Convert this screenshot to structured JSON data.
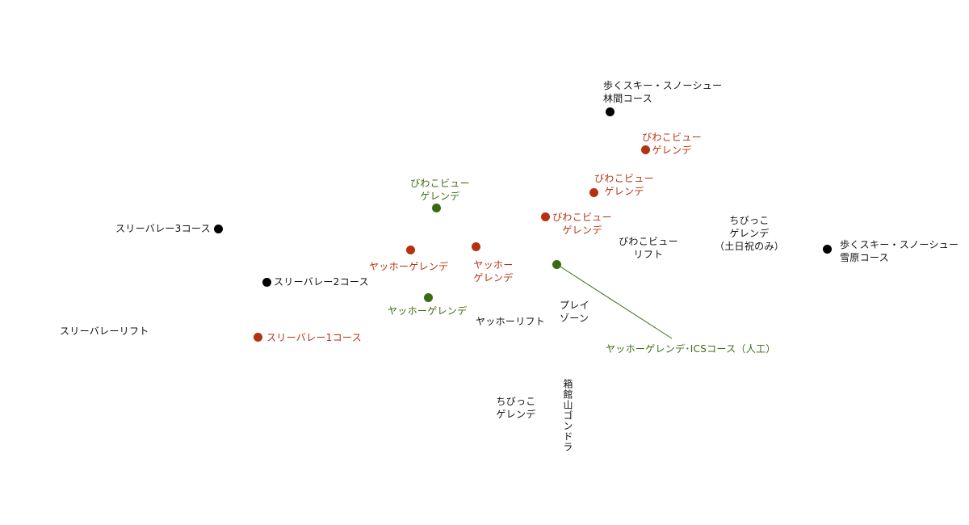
{
  "colors": {
    "lift": "#000000",
    "course_red": "#b5310f",
    "course_green": "#3b6b10",
    "leader_line": "#3b6b10"
  },
  "labels": {
    "walking_forest": "歩くスキー・スノーシュー\n林間コース",
    "walking_snowfield": "歩くスキー・スノーシュー\n雪原コース",
    "biwako_red_1": "びわこビュー\nゲレンデ",
    "biwako_red_2": "びわこビュー\nゲレンデ",
    "biwako_red_3": "びわこビュー\nゲレンデ",
    "biwako_green": "びわこビュー\nゲレンデ",
    "chibikko_weekend": "ちびっこ\nゲレンデ\n（土日祝のみ）",
    "biwako_lift": "びわこビュー\nリフト",
    "sleeping_valley_3": "スリーバレー3コース",
    "sleeping_valley_2": "スリーバレー2コース",
    "sleeping_valley_1": "スリーバレー1コース",
    "sleeping_valley_lift": "スリーバレーリフト",
    "yahho_red_left": "ヤッホーゲレンデ",
    "yahho_red_right": "ヤッホー\nゲレンデ",
    "yahho_green": "ヤッホーゲレンデ",
    "yahho_lift": "ヤッホーリフト",
    "play_zone": "プレイ\nゾーン",
    "yahho_ics": "ヤッホーゲレンデ･ICSコース（人工）",
    "chibikko": "ちびっこ\nゲレンデ",
    "gondola": "箱館山ゴンドラ"
  }
}
